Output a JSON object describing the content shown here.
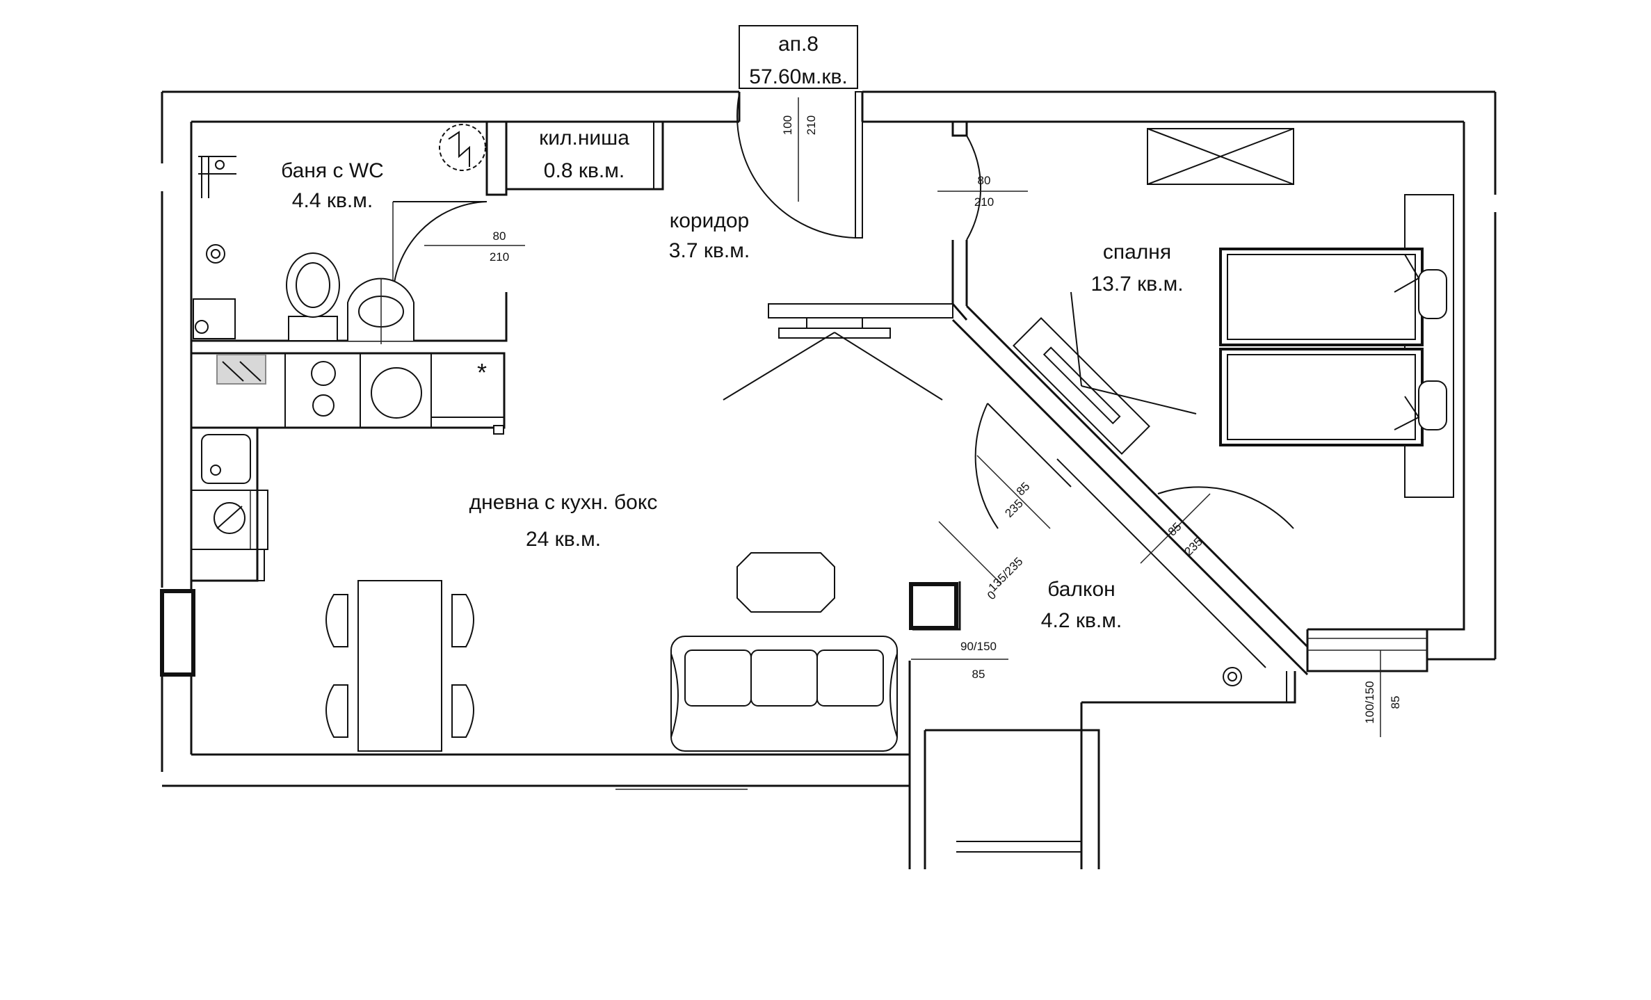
{
  "apartment": {
    "name": "ап.8",
    "area": "57.60м.кв."
  },
  "rooms": {
    "bath": {
      "name": "баня с WC",
      "area": "4.4 кв.м."
    },
    "closet": {
      "name": "кил.ниша",
      "area": "0.8 кв.м."
    },
    "corridor": {
      "name": "коридор",
      "area": "3.7 кв.м."
    },
    "bedroom": {
      "name": "спалня",
      "area": "13.7 кв.м."
    },
    "living": {
      "name": "дневна с кухн. бокс",
      "area": "24 кв.м."
    },
    "balcony": {
      "name": "балкон",
      "area": "4.2 кв.м."
    }
  },
  "doors": {
    "entrance": {
      "width": "100",
      "height": "210"
    },
    "bath": {
      "width": "80",
      "height": "210"
    },
    "bedroom": {
      "width": "80",
      "height": "210"
    },
    "balcony_living": {
      "width": "85",
      "height": "235"
    },
    "balcony_bedroom": {
      "width": "85",
      "height": "235"
    }
  },
  "windows": {
    "living_small": {
      "size": "135/235",
      "sill": "0"
    },
    "living_main": {
      "size": "90/150",
      "sill": "85"
    },
    "bedroom": {
      "size": "100/150",
      "sill": "85"
    }
  },
  "colors": {
    "line": "#111111",
    "background": "#ffffff"
  }
}
